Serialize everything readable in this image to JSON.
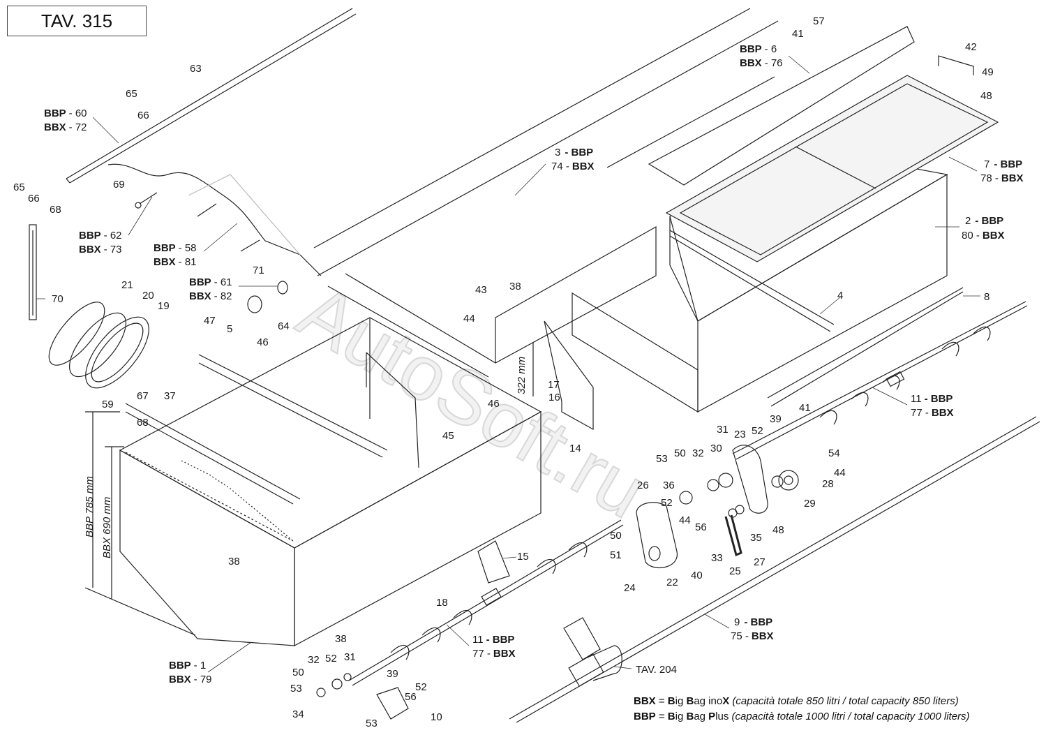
{
  "header": {
    "table_label": "TAV. 315"
  },
  "watermark": "AutoSoft.ru",
  "dimensions": {
    "bbp_height": "BBP 785 mm",
    "bbx_height": "BBX 690 mm",
    "slot": "322 mm"
  },
  "callouts": [
    {
      "code": "63"
    },
    {
      "code": "65"
    },
    {
      "code": "66"
    },
    {
      "code": "65"
    },
    {
      "code": "66"
    },
    {
      "code": "68"
    },
    {
      "code": "69"
    },
    {
      "code": "70"
    },
    {
      "code": "21"
    },
    {
      "code": "20"
    },
    {
      "code": "19"
    },
    {
      "code": "71"
    },
    {
      "code": "64"
    },
    {
      "code": "47"
    },
    {
      "code": "5"
    },
    {
      "code": "46"
    },
    {
      "code": "37"
    },
    {
      "code": "67"
    },
    {
      "code": "59"
    },
    {
      "code": "68"
    },
    {
      "code": "43"
    },
    {
      "code": "38"
    },
    {
      "code": "44"
    },
    {
      "code": "46"
    },
    {
      "code": "45"
    },
    {
      "code": "17"
    },
    {
      "code": "16"
    },
    {
      "code": "14"
    },
    {
      "code": "57"
    },
    {
      "code": "41"
    },
    {
      "code": "42"
    },
    {
      "code": "49"
    },
    {
      "code": "48"
    },
    {
      "code": "4"
    },
    {
      "code": "8"
    },
    {
      "code": "41"
    },
    {
      "code": "39"
    },
    {
      "code": "31"
    },
    {
      "code": "23"
    },
    {
      "code": "52"
    },
    {
      "code": "54"
    },
    {
      "code": "44"
    },
    {
      "code": "28"
    },
    {
      "code": "29"
    },
    {
      "code": "50"
    },
    {
      "code": "32"
    },
    {
      "code": "30"
    },
    {
      "code": "53"
    },
    {
      "code": "36"
    },
    {
      "code": "26"
    },
    {
      "code": "52"
    },
    {
      "code": "44"
    },
    {
      "code": "56"
    },
    {
      "code": "48"
    },
    {
      "code": "35"
    },
    {
      "code": "33"
    },
    {
      "code": "27"
    },
    {
      "code": "25"
    },
    {
      "code": "50"
    },
    {
      "code": "51"
    },
    {
      "code": "24"
    },
    {
      "code": "22"
    },
    {
      "code": "40"
    },
    {
      "code": "15"
    },
    {
      "code": "18"
    },
    {
      "code": "38"
    },
    {
      "code": "38"
    },
    {
      "code": "32"
    },
    {
      "code": "52"
    },
    {
      "code": "31"
    },
    {
      "code": "50"
    },
    {
      "code": "53"
    },
    {
      "code": "39"
    },
    {
      "code": "52"
    },
    {
      "code": "56"
    },
    {
      "code": "34"
    },
    {
      "code": "10"
    },
    {
      "code": "53"
    },
    {
      "code": "TAV. 204"
    }
  ],
  "variant_labels": [
    {
      "bbp": "BBP",
      "bbp_code": "- 60",
      "bbx": "BBX",
      "bbx_code": "- 72"
    },
    {
      "bbp": "BBP",
      "bbp_code": "- 62",
      "bbx": "BBX",
      "bbx_code": "- 73"
    },
    {
      "bbp": "BBP",
      "bbp_code": "- 58",
      "bbx": "BBX",
      "bbx_code": "- 81"
    },
    {
      "bbp": "BBP",
      "bbp_code": "- 61",
      "bbx": "BBX",
      "bbx_code": "- 82"
    },
    {
      "bbp": "BBP",
      "bbp_code": "- 1",
      "bbx": "BBX",
      "bbx_code": "- 79"
    },
    {
      "bbp": "BBP",
      "bbp_code": "- 6",
      "bbx": "BBX",
      "bbx_code": "- 76"
    },
    {
      "bbp": "- BBP",
      "bbp_code": "3",
      "bbx": "BBX",
      "bbx_code": "74 -"
    },
    {
      "bbp": "- BBP",
      "bbp_code": "7",
      "bbx": "BBX",
      "bbx_code": "78 -"
    },
    {
      "bbp": "- BBP",
      "bbp_code": "2",
      "bbx": "BBX",
      "bbx_code": "80 -"
    },
    {
      "bbp": "- BBP",
      "bbp_code": "11",
      "bbx": "BBX",
      "bbx_code": "77 -"
    },
    {
      "bbp": "- BBP",
      "bbp_code": "11",
      "bbx": "BBX",
      "bbx_code": "77 -"
    },
    {
      "bbp": "- BBP",
      "bbp_code": "9",
      "bbx": "BBX",
      "bbx_code": "75 -"
    }
  ],
  "legend": {
    "bbx": {
      "key": "BBX",
      "eq": " = ",
      "b1": "B",
      "t1": "ig ",
      "b2": "B",
      "t2": "ag ino",
      "b3": "X",
      "note": " (capacità totale 850 litri / total capacity 850 liters)"
    },
    "bbp": {
      "key": "BBP",
      "eq": " = ",
      "b1": "B",
      "t1": "ig ",
      "b2": "B",
      "t2": "ag ",
      "b3": "P",
      "t3": "lus",
      "note": " (capacità totale 1000 litri / total capacity 1000 liters)"
    }
  }
}
